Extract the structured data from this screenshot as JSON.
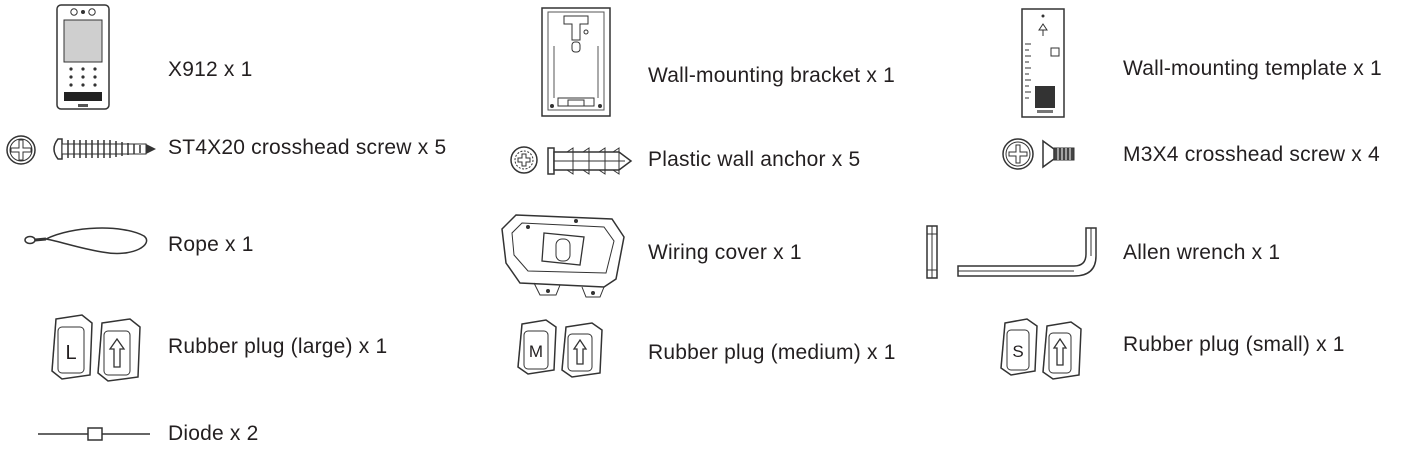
{
  "items": [
    {
      "id": "x912",
      "label": "X912 x 1"
    },
    {
      "id": "wall-mounting-bracket",
      "label": "Wall-mounting bracket x 1"
    },
    {
      "id": "wall-mounting-template",
      "label": "Wall-mounting template x 1"
    },
    {
      "id": "st4x20-screw",
      "label": "ST4X20 crosshead screw x 5"
    },
    {
      "id": "plastic-wall-anchor",
      "label": "Plastic wall anchor x 5"
    },
    {
      "id": "m3x4-screw",
      "label": "M3X4 crosshead screw x 4"
    },
    {
      "id": "rope",
      "label": "Rope x 1"
    },
    {
      "id": "wiring-cover",
      "label": "Wiring cover x 1"
    },
    {
      "id": "allen-wrench",
      "label": "Allen wrench x 1"
    },
    {
      "id": "rubber-plug-large",
      "label": "Rubber plug (large) x 1",
      "letter": "L"
    },
    {
      "id": "rubber-plug-medium",
      "label": "Rubber plug (medium) x 1",
      "letter": "M"
    },
    {
      "id": "rubber-plug-small",
      "label": "Rubber plug (small) x 1",
      "letter": "S"
    },
    {
      "id": "diode",
      "label": "Diode x 2"
    }
  ]
}
